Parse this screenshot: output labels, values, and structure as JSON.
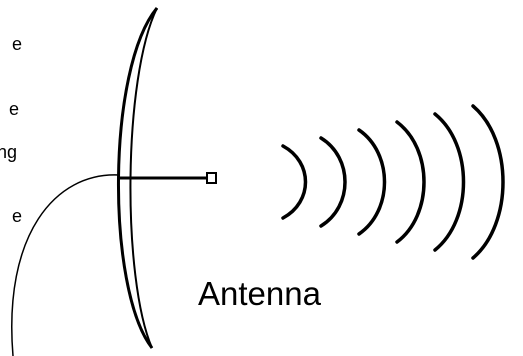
{
  "diagram": {
    "label": "Antenna",
    "wave_count": 6,
    "left_clipped_text": [
      "e",
      "e",
      "ng",
      "e"
    ],
    "colors": {
      "stroke": "#000000",
      "background": "#ffffff"
    }
  }
}
